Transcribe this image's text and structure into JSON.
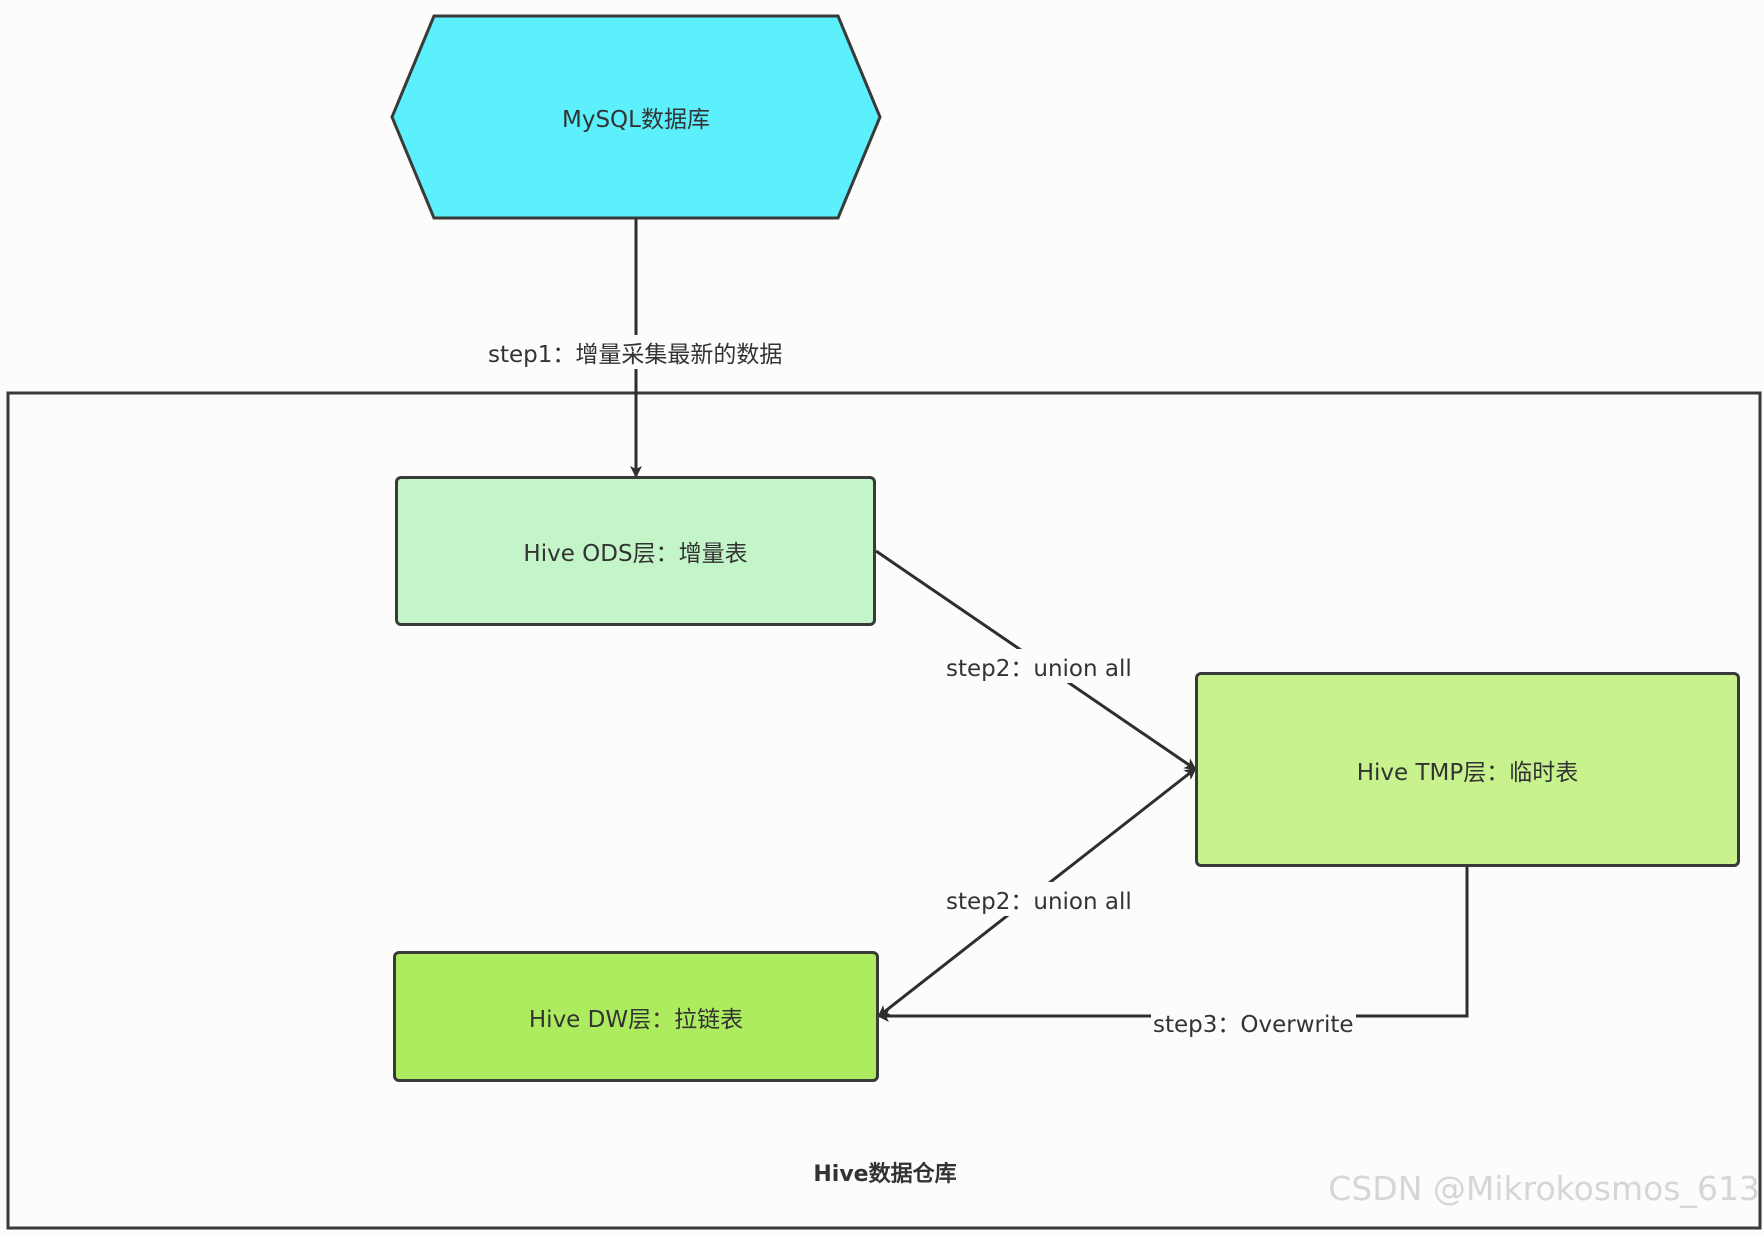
{
  "colors": {
    "mysql_fill": "#5bf0fb",
    "ods_fill": "#c4f5c8",
    "tmp_fill": "#c7f28e",
    "dw_fill": "#adec5e",
    "stroke": "#3a3a3a",
    "background": "#fcfdfb"
  },
  "nodes": {
    "mysql": "MySQL数据库",
    "ods": "Hive ODS层：增量表",
    "tmp": "Hive TMP层：临时表",
    "dw": "Hive DW层：拉链表"
  },
  "edges": {
    "step1": "step1：增量采集最新的数据",
    "step2_ods_tmp": "step2：union all",
    "step2_dw_tmp": "step2：union all",
    "step3": "step3：Overwrite"
  },
  "container": {
    "label": "Hive数据仓库"
  },
  "watermark": "CSDN @Mikrokosmos_613"
}
